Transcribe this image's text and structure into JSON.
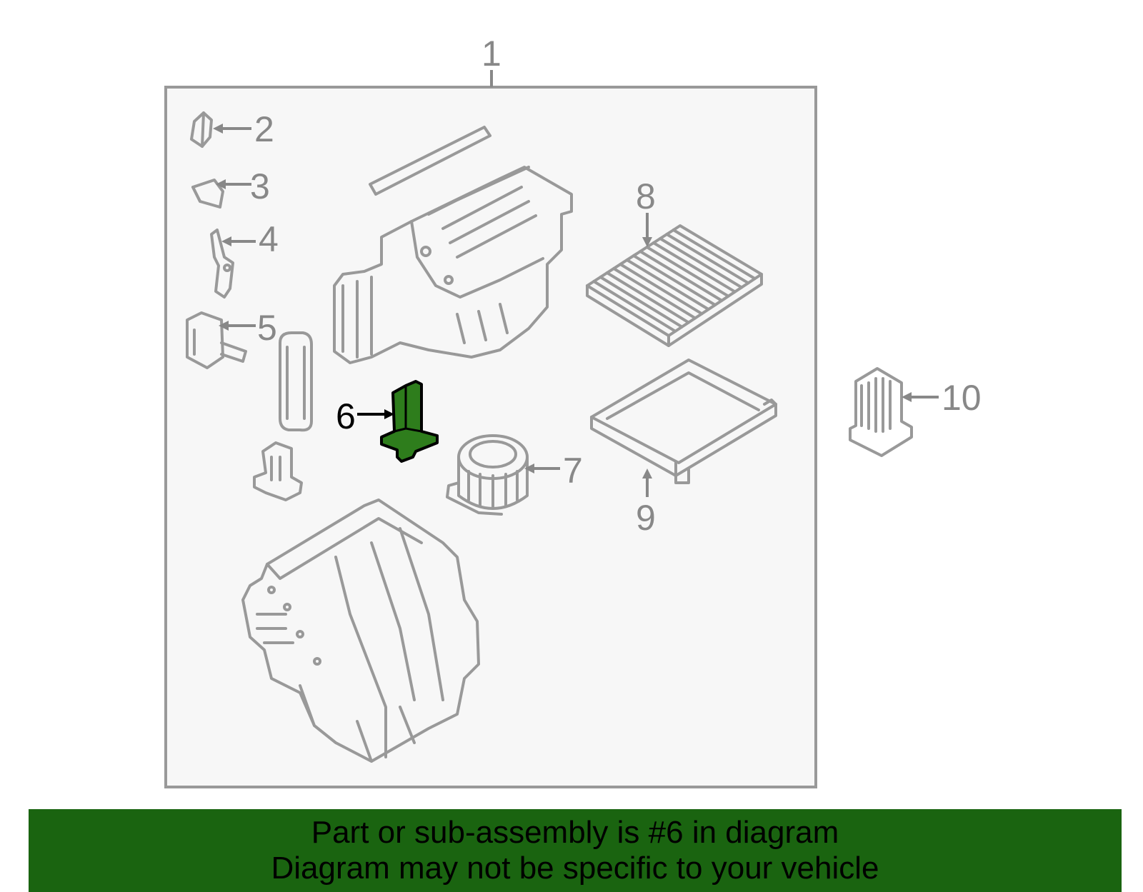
{
  "colors": {
    "highlight_fill": "#2e7d1c",
    "banner_bg": "#1a6410",
    "part_stroke": "#999999",
    "box_fill": "#f7f7f7"
  },
  "diagram": {
    "callouts": [
      {
        "id": "1",
        "label": "1",
        "highlighted": false
      },
      {
        "id": "2",
        "label": "2",
        "highlighted": false
      },
      {
        "id": "3",
        "label": "3",
        "highlighted": false
      },
      {
        "id": "4",
        "label": "4",
        "highlighted": false
      },
      {
        "id": "5",
        "label": "5",
        "highlighted": false
      },
      {
        "id": "6",
        "label": "6",
        "highlighted": true
      },
      {
        "id": "7",
        "label": "7",
        "highlighted": false
      },
      {
        "id": "8",
        "label": "8",
        "highlighted": false
      },
      {
        "id": "9",
        "label": "9",
        "highlighted": false
      },
      {
        "id": "10",
        "label": "10",
        "highlighted": false
      }
    ]
  },
  "banner": {
    "line1": "Part or sub-assembly is #6 in diagram",
    "line2": "Diagram may not be specific to your vehicle"
  }
}
